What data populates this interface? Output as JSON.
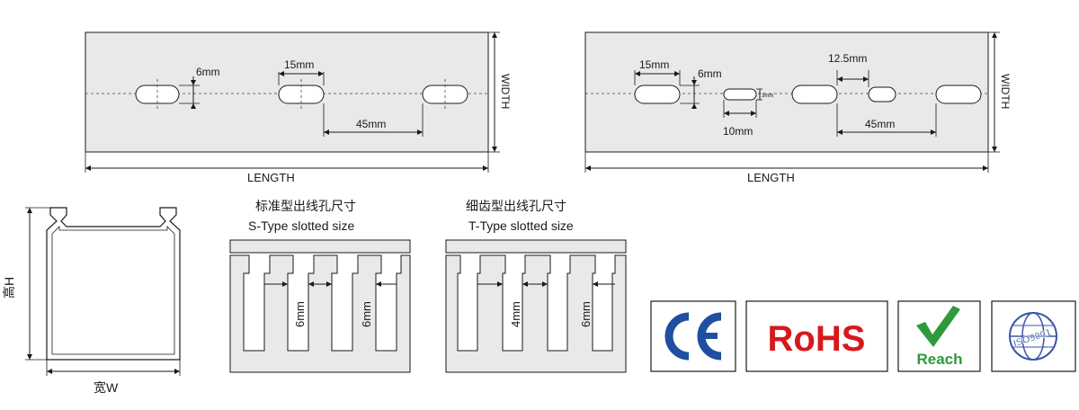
{
  "strip_a": {
    "dim_slot_height": "6mm",
    "dim_slot_length": "15mm",
    "dim_slot_spacing": "45mm",
    "label_length": "LENGTH",
    "label_width": "WIDTH"
  },
  "strip_b": {
    "dim_slot_length": "15mm",
    "dim_slot_height": "6mm",
    "dim_gap": "12.5mm",
    "dim_small_height": "3mm",
    "dim_small_length": "10mm",
    "dim_slot_spacing": "45mm",
    "label_length": "LENGTH",
    "label_width": "WIDTH"
  },
  "profile": {
    "label_height": "高H",
    "label_width": "宽W"
  },
  "s_type": {
    "title_cn": "标准型出线孔尺寸",
    "title_en": "S-Type slotted size",
    "dim_a": "6mm",
    "dim_b": "6mm"
  },
  "t_type": {
    "title_cn": "细齿型出线孔尺寸",
    "title_en": "T-Type slotted size",
    "dim_a": "4mm",
    "dim_b": "6mm"
  },
  "certifications": {
    "ce": "CE",
    "rohs": "RoHS",
    "reach": "Reach",
    "iso": "ISO9001"
  },
  "colors": {
    "panel_fill": "#e9e9e9",
    "ce_blue": "#1f4fa0",
    "rohs_red": "#d7191c",
    "reach_green": "#2e9a3a",
    "iso_blue": "#3a54a8"
  }
}
